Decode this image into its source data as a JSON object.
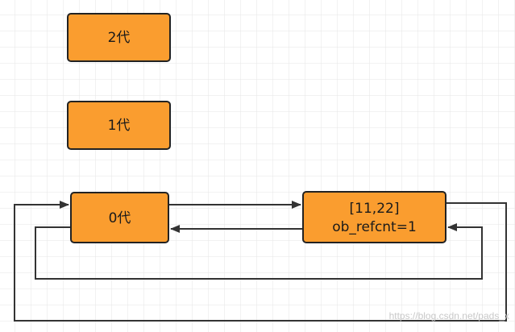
{
  "nodes": {
    "gen2": {
      "label": "2代"
    },
    "gen1": {
      "label": "1代"
    },
    "gen0": {
      "label": "0代"
    },
    "list_obj": {
      "line1": "[11,22]",
      "line2": "ob_refcnt=1"
    }
  },
  "watermark": "https://blog.csdn.net/pads_x",
  "colors": {
    "node_fill": "#fa9d2f",
    "node_stroke": "#222222",
    "edge": "#333333",
    "grid": "#e6e6e6"
  }
}
